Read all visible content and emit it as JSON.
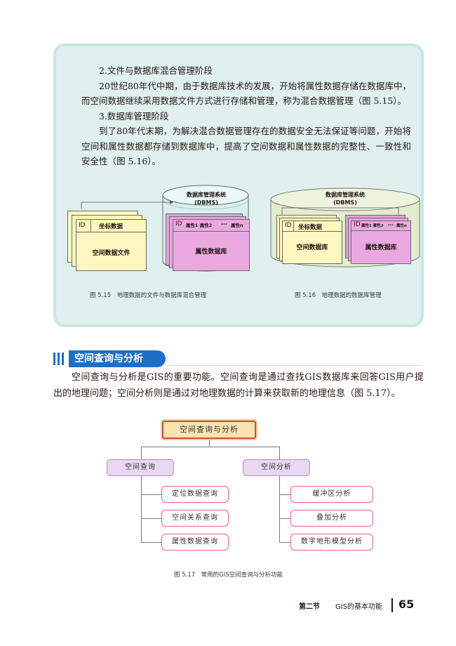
{
  "reading": {
    "h2": "2.文件与数据库混合管理阶段",
    "p2": "20世纪80年代中期，由于数据库技术的发展，开始将属性数据存储在数据库中，而空间数据继续采用数据文件方式进行存储和管理，称为混合数据管理（图 5.15）。",
    "h3": "3.数据库管理阶段",
    "p3": "到了80年代末期，为解决混合数据管理存在的数据安全无法保证等问题，开始将空间和属性数据都存储到数据库中，提高了空间数据和属性数据的完整性、一致性和安全性（图 5.16）。"
  },
  "fig515": {
    "dbms_title": "数据库管理系统",
    "dbms_abbr": "(DBMS)",
    "file_id": "ID",
    "file_col": "坐标数据",
    "file_label": "空间数据文件",
    "attr_id": "ID",
    "attr_cols": "属性1 属性2",
    "attr_dots": "…",
    "attr_last": "属性n",
    "attr_label": "属性数据库",
    "caption": "图 5.15　地理数据的文件与数据库混合管理"
  },
  "fig516": {
    "dbms_title": "数据库管理系统",
    "dbms_abbr": "(DBMS)",
    "spatial_id": "ID",
    "spatial_col": "坐标数据",
    "spatial_label": "空间数据库",
    "attr_id": "ID",
    "attr_cols": "属性1 属性2",
    "attr_dots": "…",
    "attr_last": "属性n",
    "attr_label": "属性数据库",
    "caption": "图 5.16　地理数据的数据库管理"
  },
  "section": {
    "title": "空间查询与分析",
    "paragraph": "空间查询与分析是GIS的重要功能。空间查询是通过查找GIS数据库来回答GIS用户提出的地理问题；空间分析则是通过对地理数据的计算来获取新的地理信息（图 5.17）。"
  },
  "fig517": {
    "root": "空间查询与分析",
    "left": "空间查询",
    "right": "空间分析",
    "left_items": [
      "定位数据查询",
      "空间关系查询",
      "属性数据查询"
    ],
    "right_items": [
      "缓冲区分析",
      "叠加分析",
      "数字地形模型分析"
    ],
    "caption": "图 5.17　常用的GIS空间查询与分析功能"
  },
  "footer": {
    "section": "第二节",
    "title": "GIS的基本功能",
    "page": "65"
  },
  "colors": {
    "box_bg": "#dff0ee",
    "box_border": "#c7e7e2",
    "section_blue": "#1e6ec8",
    "file_yellow": "#fff7bf",
    "attr_pink": "#e9a9e0",
    "cylinder_515": "#d7f1f1",
    "cylinder_516": "#e2ecce",
    "root_fill": "#fbe3b0",
    "root_border": "#d94a3c",
    "cat_fill": "#ead7f2",
    "leaf_border": "#e85e95"
  }
}
